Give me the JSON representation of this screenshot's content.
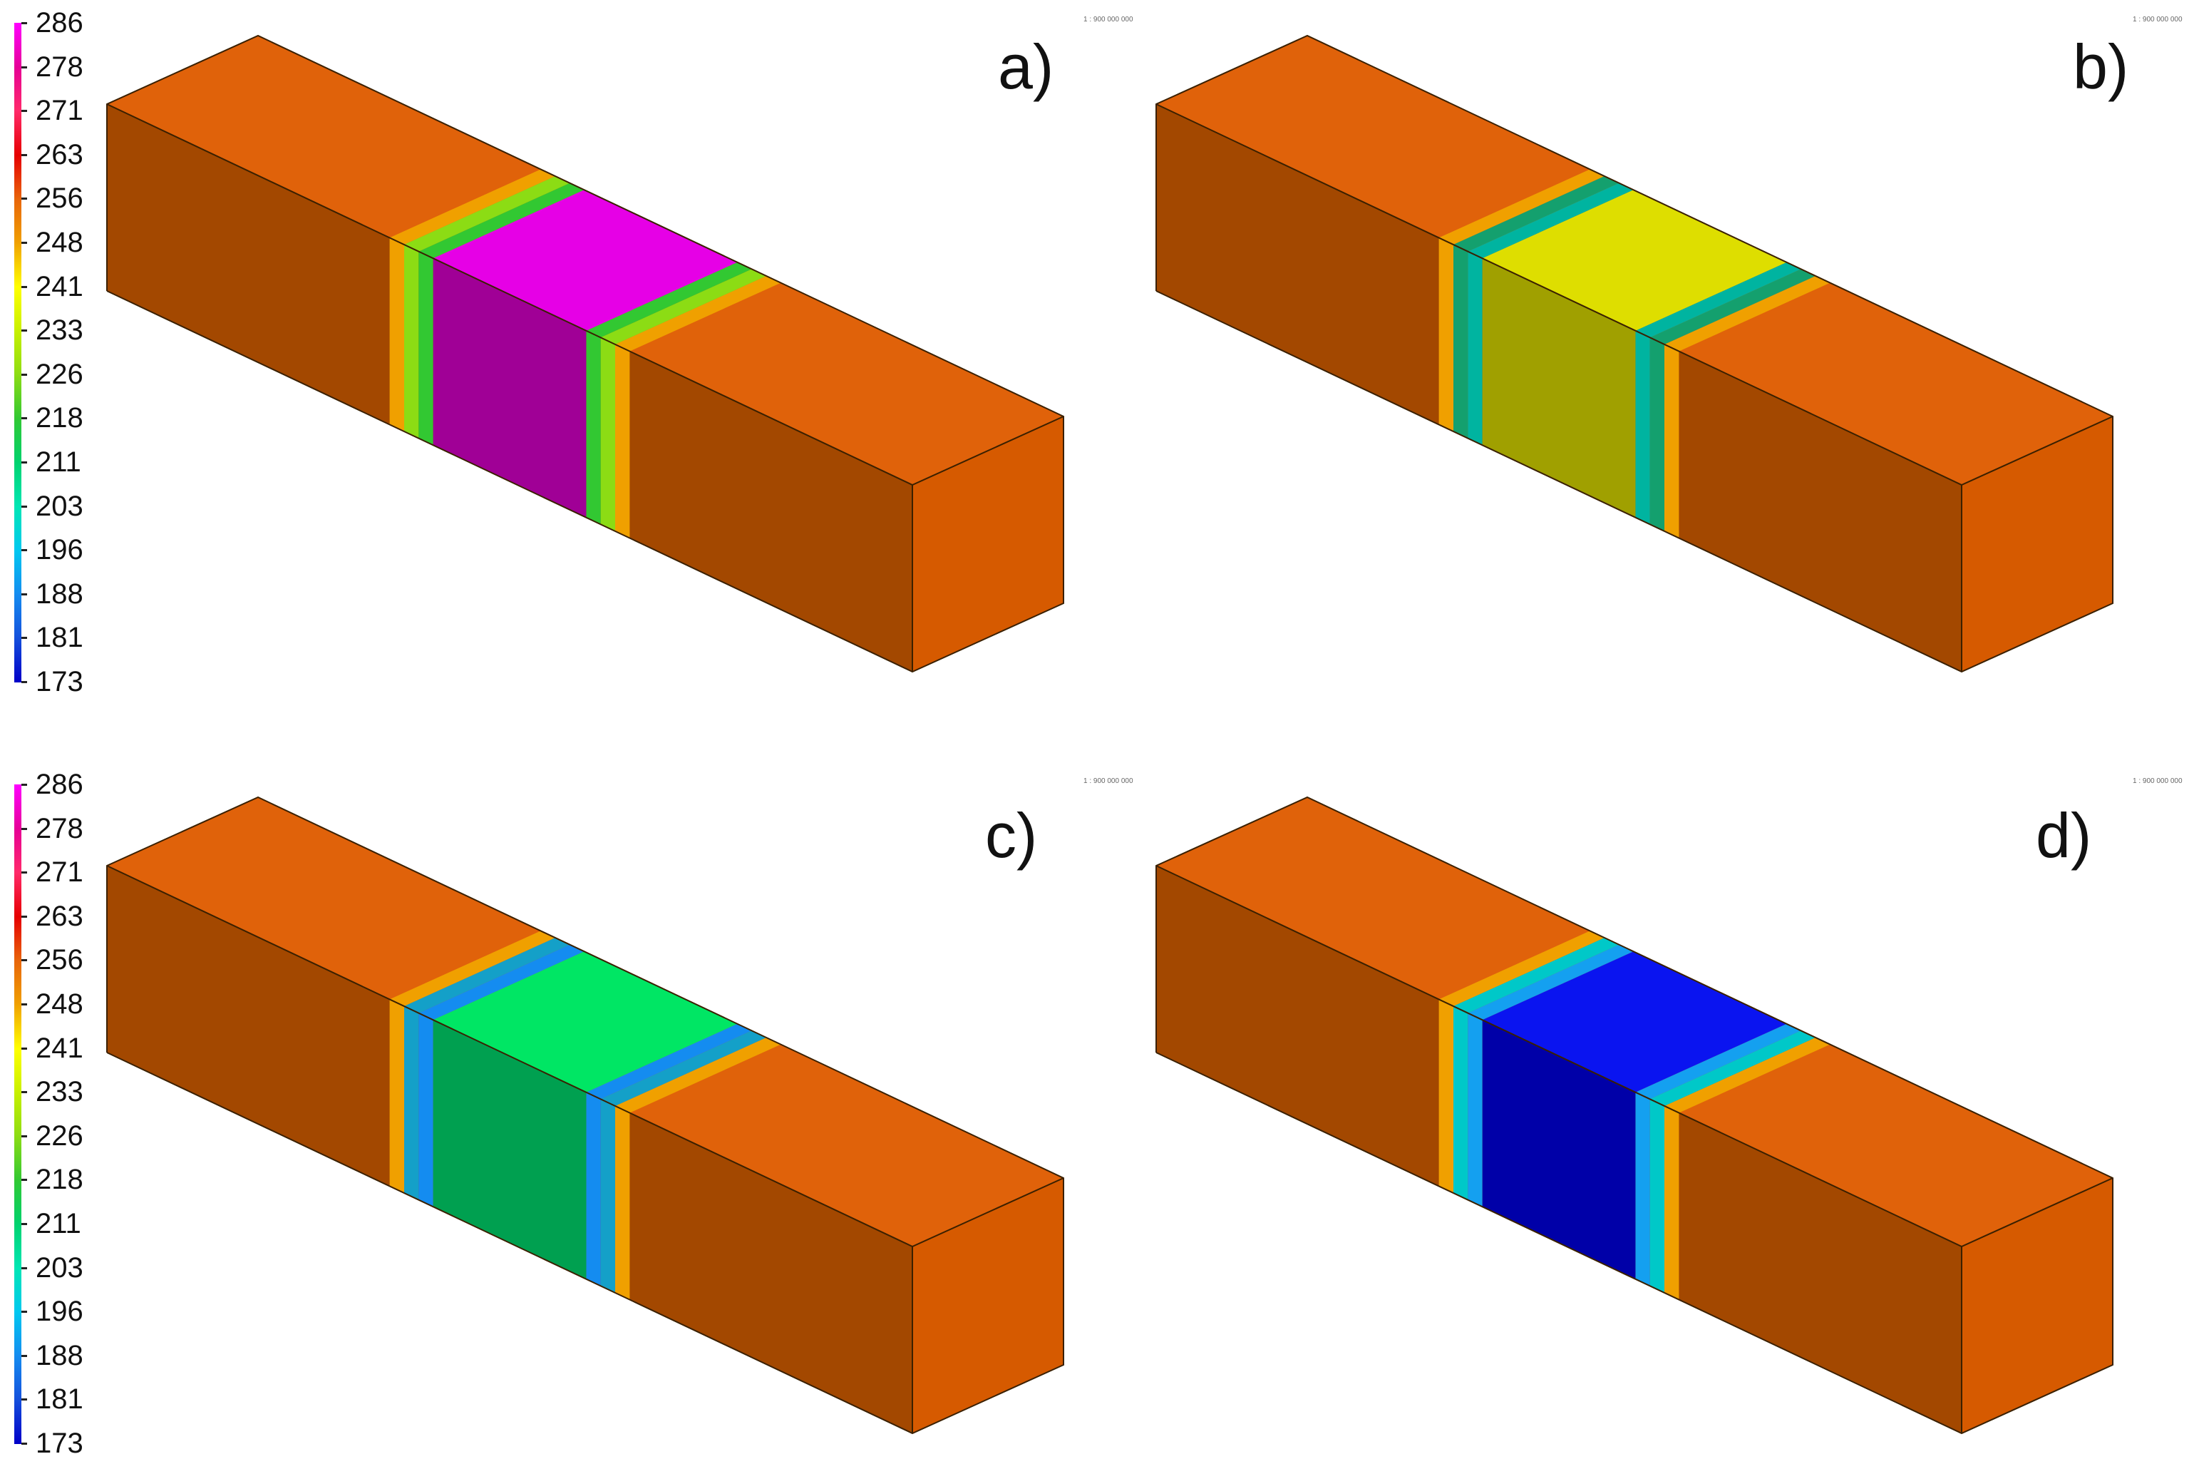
{
  "figure": {
    "legend": {
      "labels": [
        "286",
        "278",
        "271",
        "263",
        "256",
        "248",
        "241",
        "233",
        "226",
        "218",
        "211",
        "203",
        "196",
        "188",
        "181",
        "173"
      ],
      "colors": [
        "#ff00ff",
        "#e60096",
        "#ff2a6a",
        "#e60000",
        "#e8640a",
        "#f0a000",
        "#ffff00",
        "#c8f000",
        "#8cdc14",
        "#32c832",
        "#00d26e",
        "#00e6b4",
        "#00c8f0",
        "#148cf0",
        "#1450dc",
        "#0000c8"
      ]
    },
    "colors": {
      "block_top": "#e0620a",
      "block_front": "#a34800",
      "block_side": "#d65a00",
      "edge": "#3a2000"
    },
    "panels": [
      {
        "letter": "a)",
        "scale_text": "1 : 900 000 000",
        "core_top": "#e600e6",
        "core_front": "#a00096",
        "band_colors": [
          "#32c832",
          "#8cdc14",
          "#f0a000"
        ]
      },
      {
        "letter": "b)",
        "scale_text": "1 : 900 000 000",
        "core_top": "#dede00",
        "core_front": "#a0a000",
        "band_colors": [
          "#00b4a0",
          "#14a06e",
          "#f0a000"
        ]
      },
      {
        "letter": "c)",
        "scale_text": "1 : 900 000 000",
        "core_top": "#00e664",
        "core_front": "#00a050",
        "band_colors": [
          "#148cf0",
          "#14a0c8",
          "#f0a000"
        ]
      },
      {
        "letter": "d)",
        "scale_text": "1 : 900 000 000",
        "core_top": "#0a14f0",
        "core_front": "#0000a8",
        "band_colors": [
          "#14a0f0",
          "#00c8c8",
          "#f0a000"
        ]
      }
    ]
  }
}
